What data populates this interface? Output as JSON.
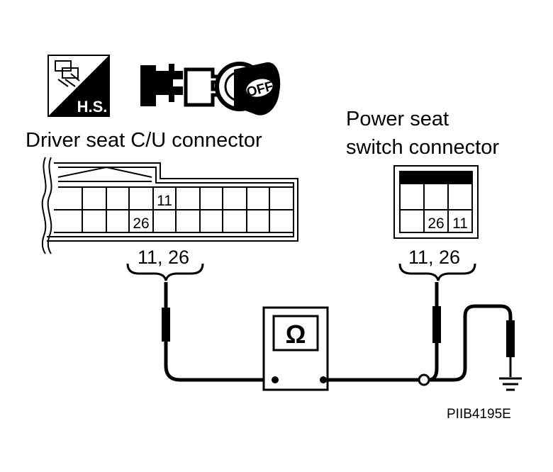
{
  "labels": {
    "driver_connector_title": "Driver seat C/U connector",
    "power_switch_title_line1": "Power seat",
    "power_switch_title_line2": "switch connector",
    "driver_pins_label": "11, 26",
    "switch_pins_label": "11, 26",
    "figure_code": "PIIB4195E"
  },
  "driver_connector": {
    "terminal_upper": "11",
    "terminal_lower": "26"
  },
  "switch_connector": {
    "terminal_left": "26",
    "terminal_right": "11"
  },
  "icons": {
    "harness_side_text": "H.S.",
    "ignition_text": "OFF"
  },
  "meter": {
    "symbol": "Ω"
  }
}
